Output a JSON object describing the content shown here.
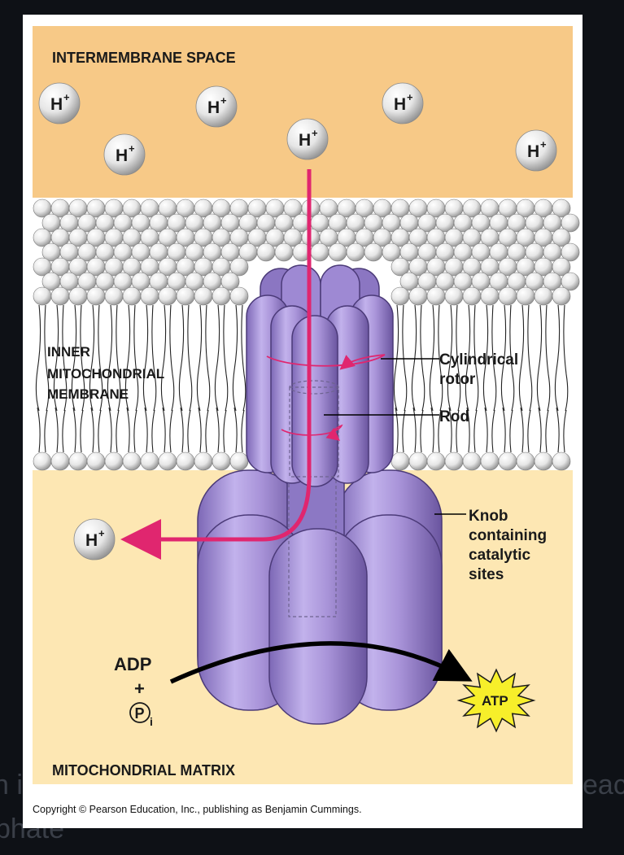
{
  "background": {
    "fragment_left_1": "n i",
    "fragment_left_2": "phate",
    "fragment_right": "eac"
  },
  "figure": {
    "region_top": "INTERMEMBRANE SPACE",
    "region_bottom": "MITOCHONDRIAL MATRIX",
    "membrane_label_line1": "INNER",
    "membrane_label_line2": "MITOCHONDRIAL",
    "membrane_label_line3": "MEMBRANE",
    "proton_label": "H",
    "proton_charge": "+",
    "callout_rotor_line1": "Cylindrical",
    "callout_rotor_line2": "rotor",
    "callout_rod": "Rod",
    "callout_knob_line1": "Knob",
    "callout_knob_line2": "containing",
    "callout_knob_line3": "catalytic",
    "callout_knob_line4": "sites",
    "reactant_adp": "ADP",
    "reactant_plus": "+",
    "reactant_pi": "P",
    "reactant_pi_sub": "i",
    "product_atp": "ATP",
    "copyright": "Copyright © Pearson Education, Inc., publishing as Benjamin Cummings."
  },
  "colors": {
    "intermembrane_space": "#f7c987",
    "matrix": "#fde7b3",
    "synthase_purple": "#a48fd1",
    "synthase_dark": "#5c4a8e",
    "proton_path": "#e0266f",
    "atp_star": "#f7ef2a"
  }
}
